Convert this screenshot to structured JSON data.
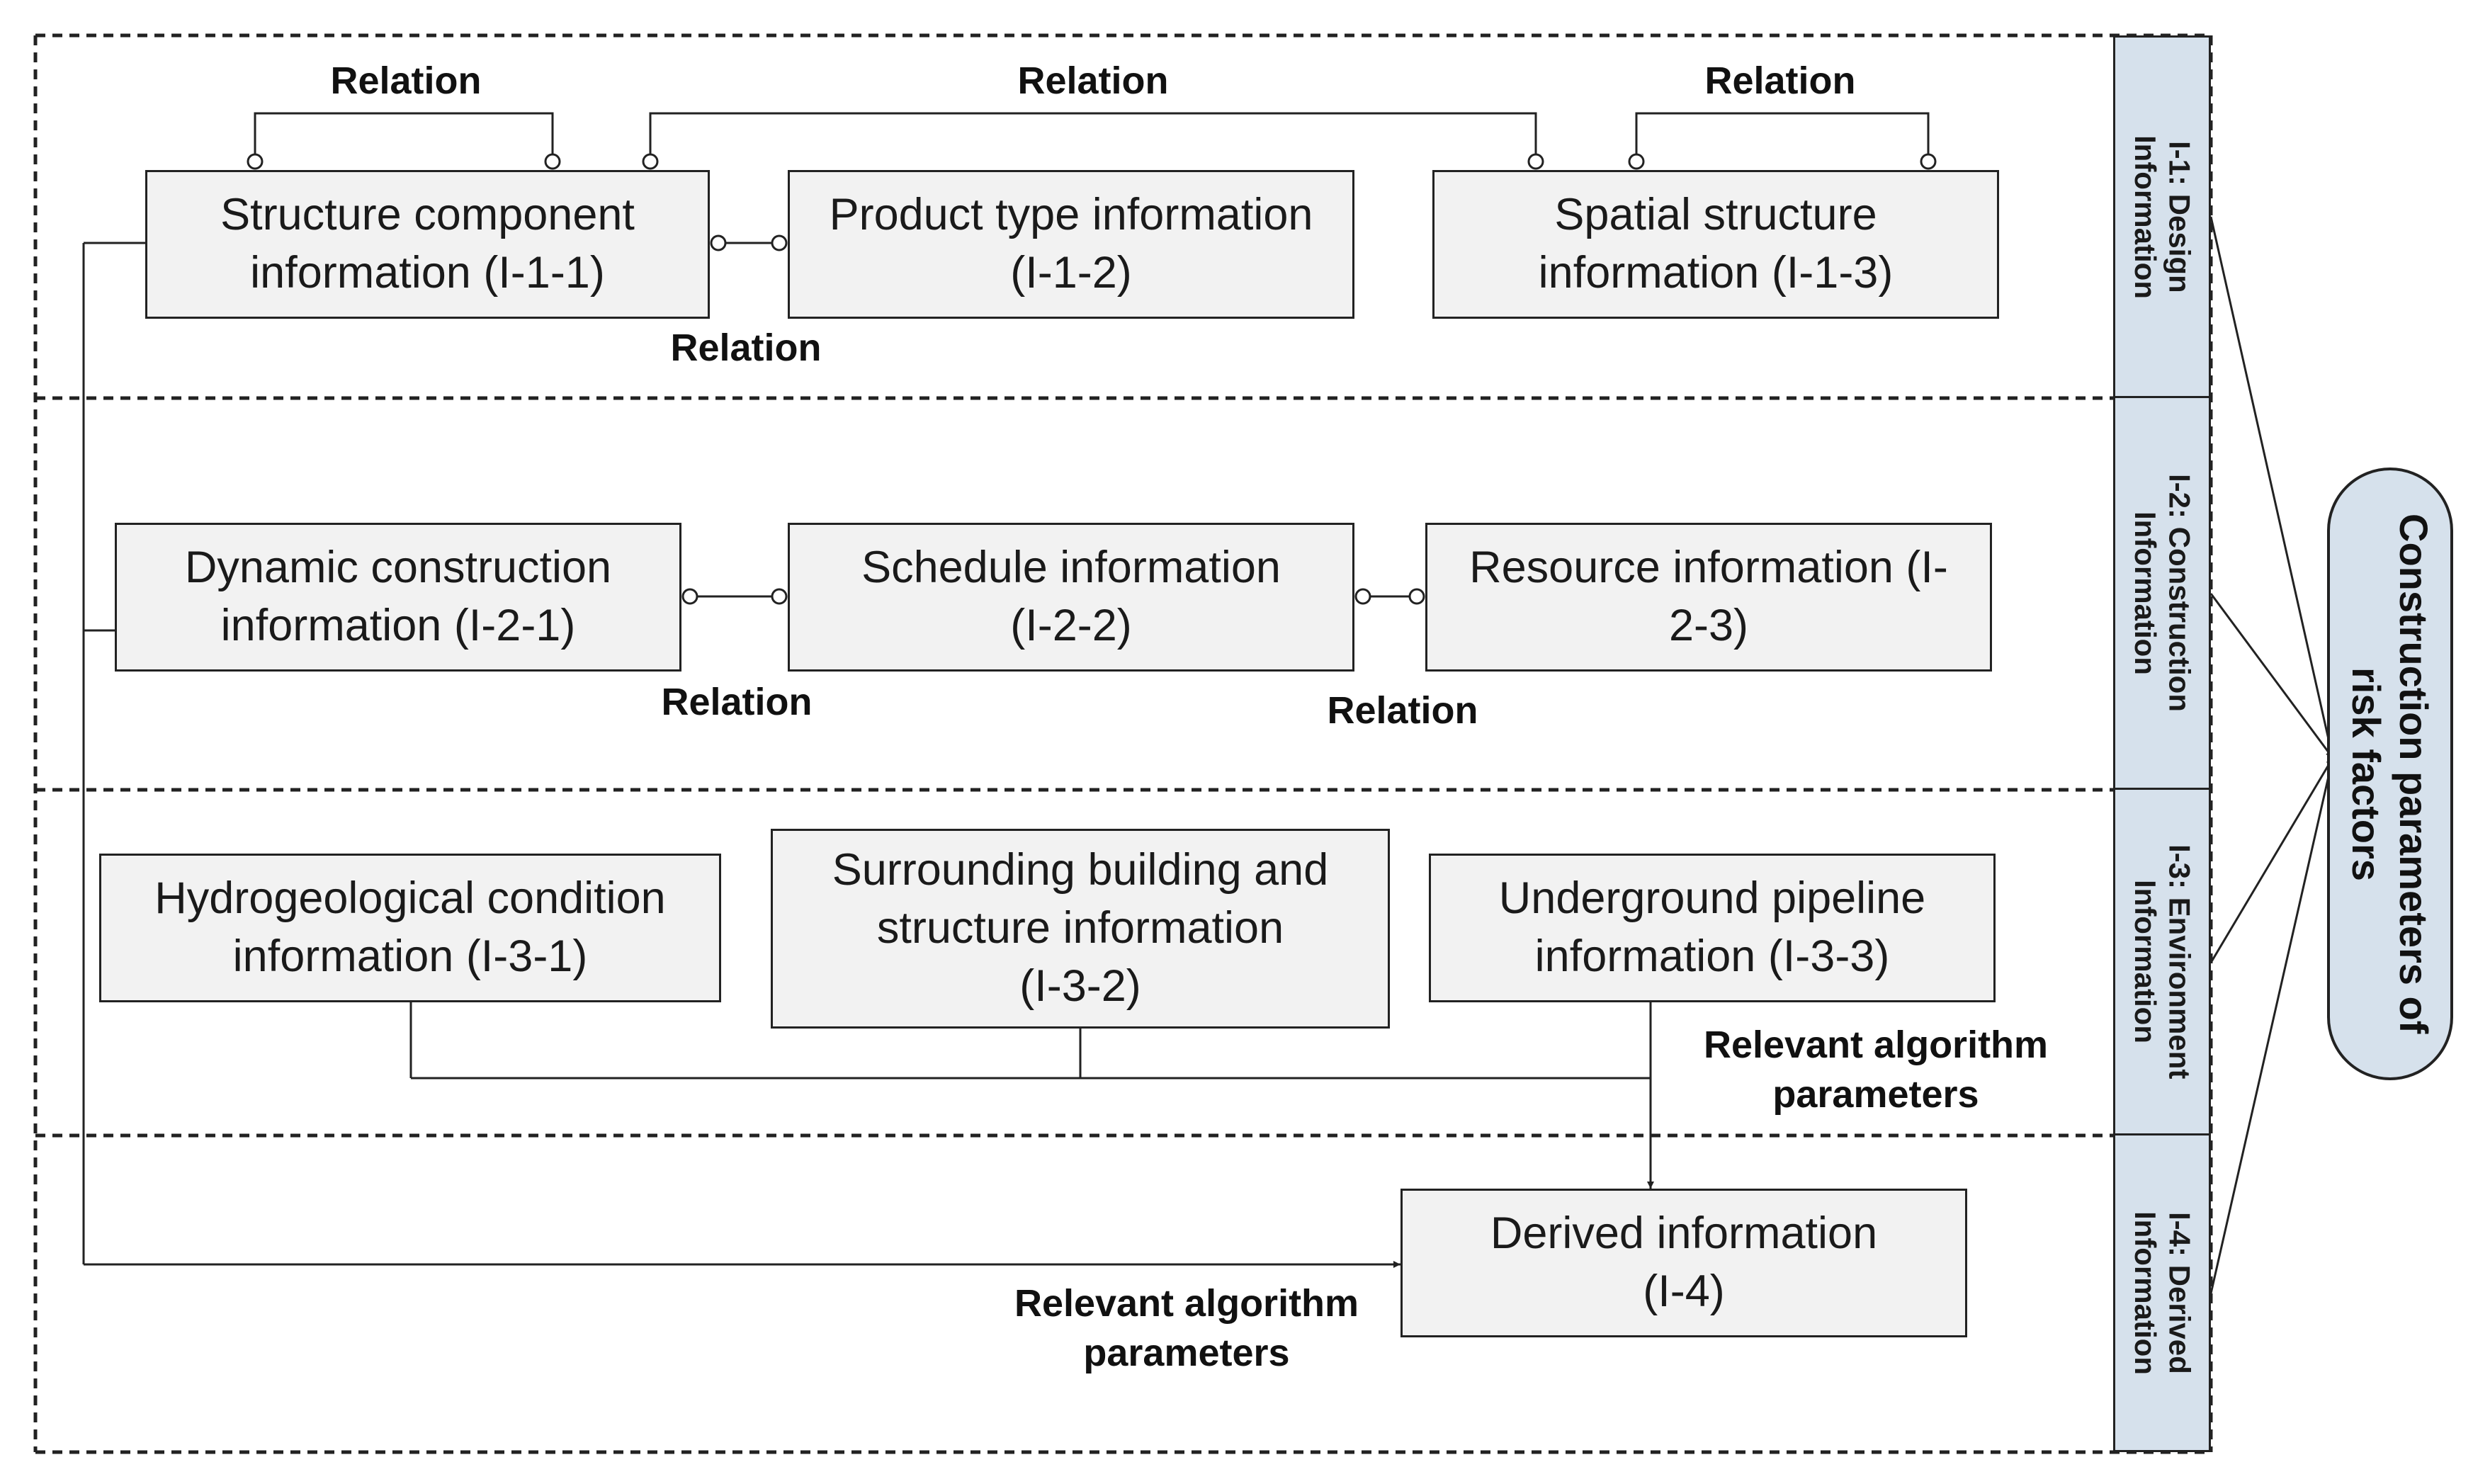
{
  "diagram": {
    "sections": [
      {
        "id": "I-1",
        "line1": "I-1: Design",
        "line2": "Information"
      },
      {
        "id": "I-2",
        "line1": "I-2: Construction",
        "line2": "Information"
      },
      {
        "id": "I-3",
        "line1": "I-3: Environment",
        "line2": "Information"
      },
      {
        "id": "I-4",
        "line1": "I-4: Derived",
        "line2": "Information"
      }
    ],
    "boxes": {
      "structure_component": {
        "line1": "Structure component",
        "line2": "information (I-1-1)"
      },
      "product_type": {
        "line1": "Product type information",
        "line2": "(I-1-2)"
      },
      "spatial_structure": {
        "line1": "Spatial structure",
        "line2": "information (I-1-3)"
      },
      "dynamic_construction": {
        "line1": "Dynamic construction",
        "line2": "information (I-2-1)"
      },
      "schedule": {
        "line1": "Schedule information",
        "line2": "(I-2-2)"
      },
      "resource": {
        "line1": "Resource information (I-",
        "line2": "2-3)"
      },
      "hydrogeological": {
        "line1": "Hydrogeological condition",
        "line2": "information (I-3-1)"
      },
      "surrounding_building": {
        "line1": "Surrounding building and",
        "line2": "structure information",
        "line3": "(I-3-2)"
      },
      "underground_pipeline": {
        "line1": "Underground pipeline",
        "line2": "information (I-3-3)"
      },
      "derived": {
        "line1": "Derived information",
        "line2": "(I-4)"
      }
    },
    "labels": {
      "relation_1": "Relation",
      "relation_2": "Relation",
      "relation_3": "Relation",
      "relation_4": "Relation",
      "relation_5": "Relation",
      "relation_6": "Relation",
      "algo_params_1": {
        "line1": "Relevant algorithm",
        "line2": "parameters"
      },
      "algo_params_2": {
        "line1": "Relevant algorithm",
        "line2": "parameters"
      }
    },
    "target": {
      "line1": "Construction  parameters of",
      "line2": "risk factors"
    },
    "colors": {
      "box_fill": "#f2f2f2",
      "side_fill": "#d6e1ec",
      "line": "#222222"
    }
  }
}
